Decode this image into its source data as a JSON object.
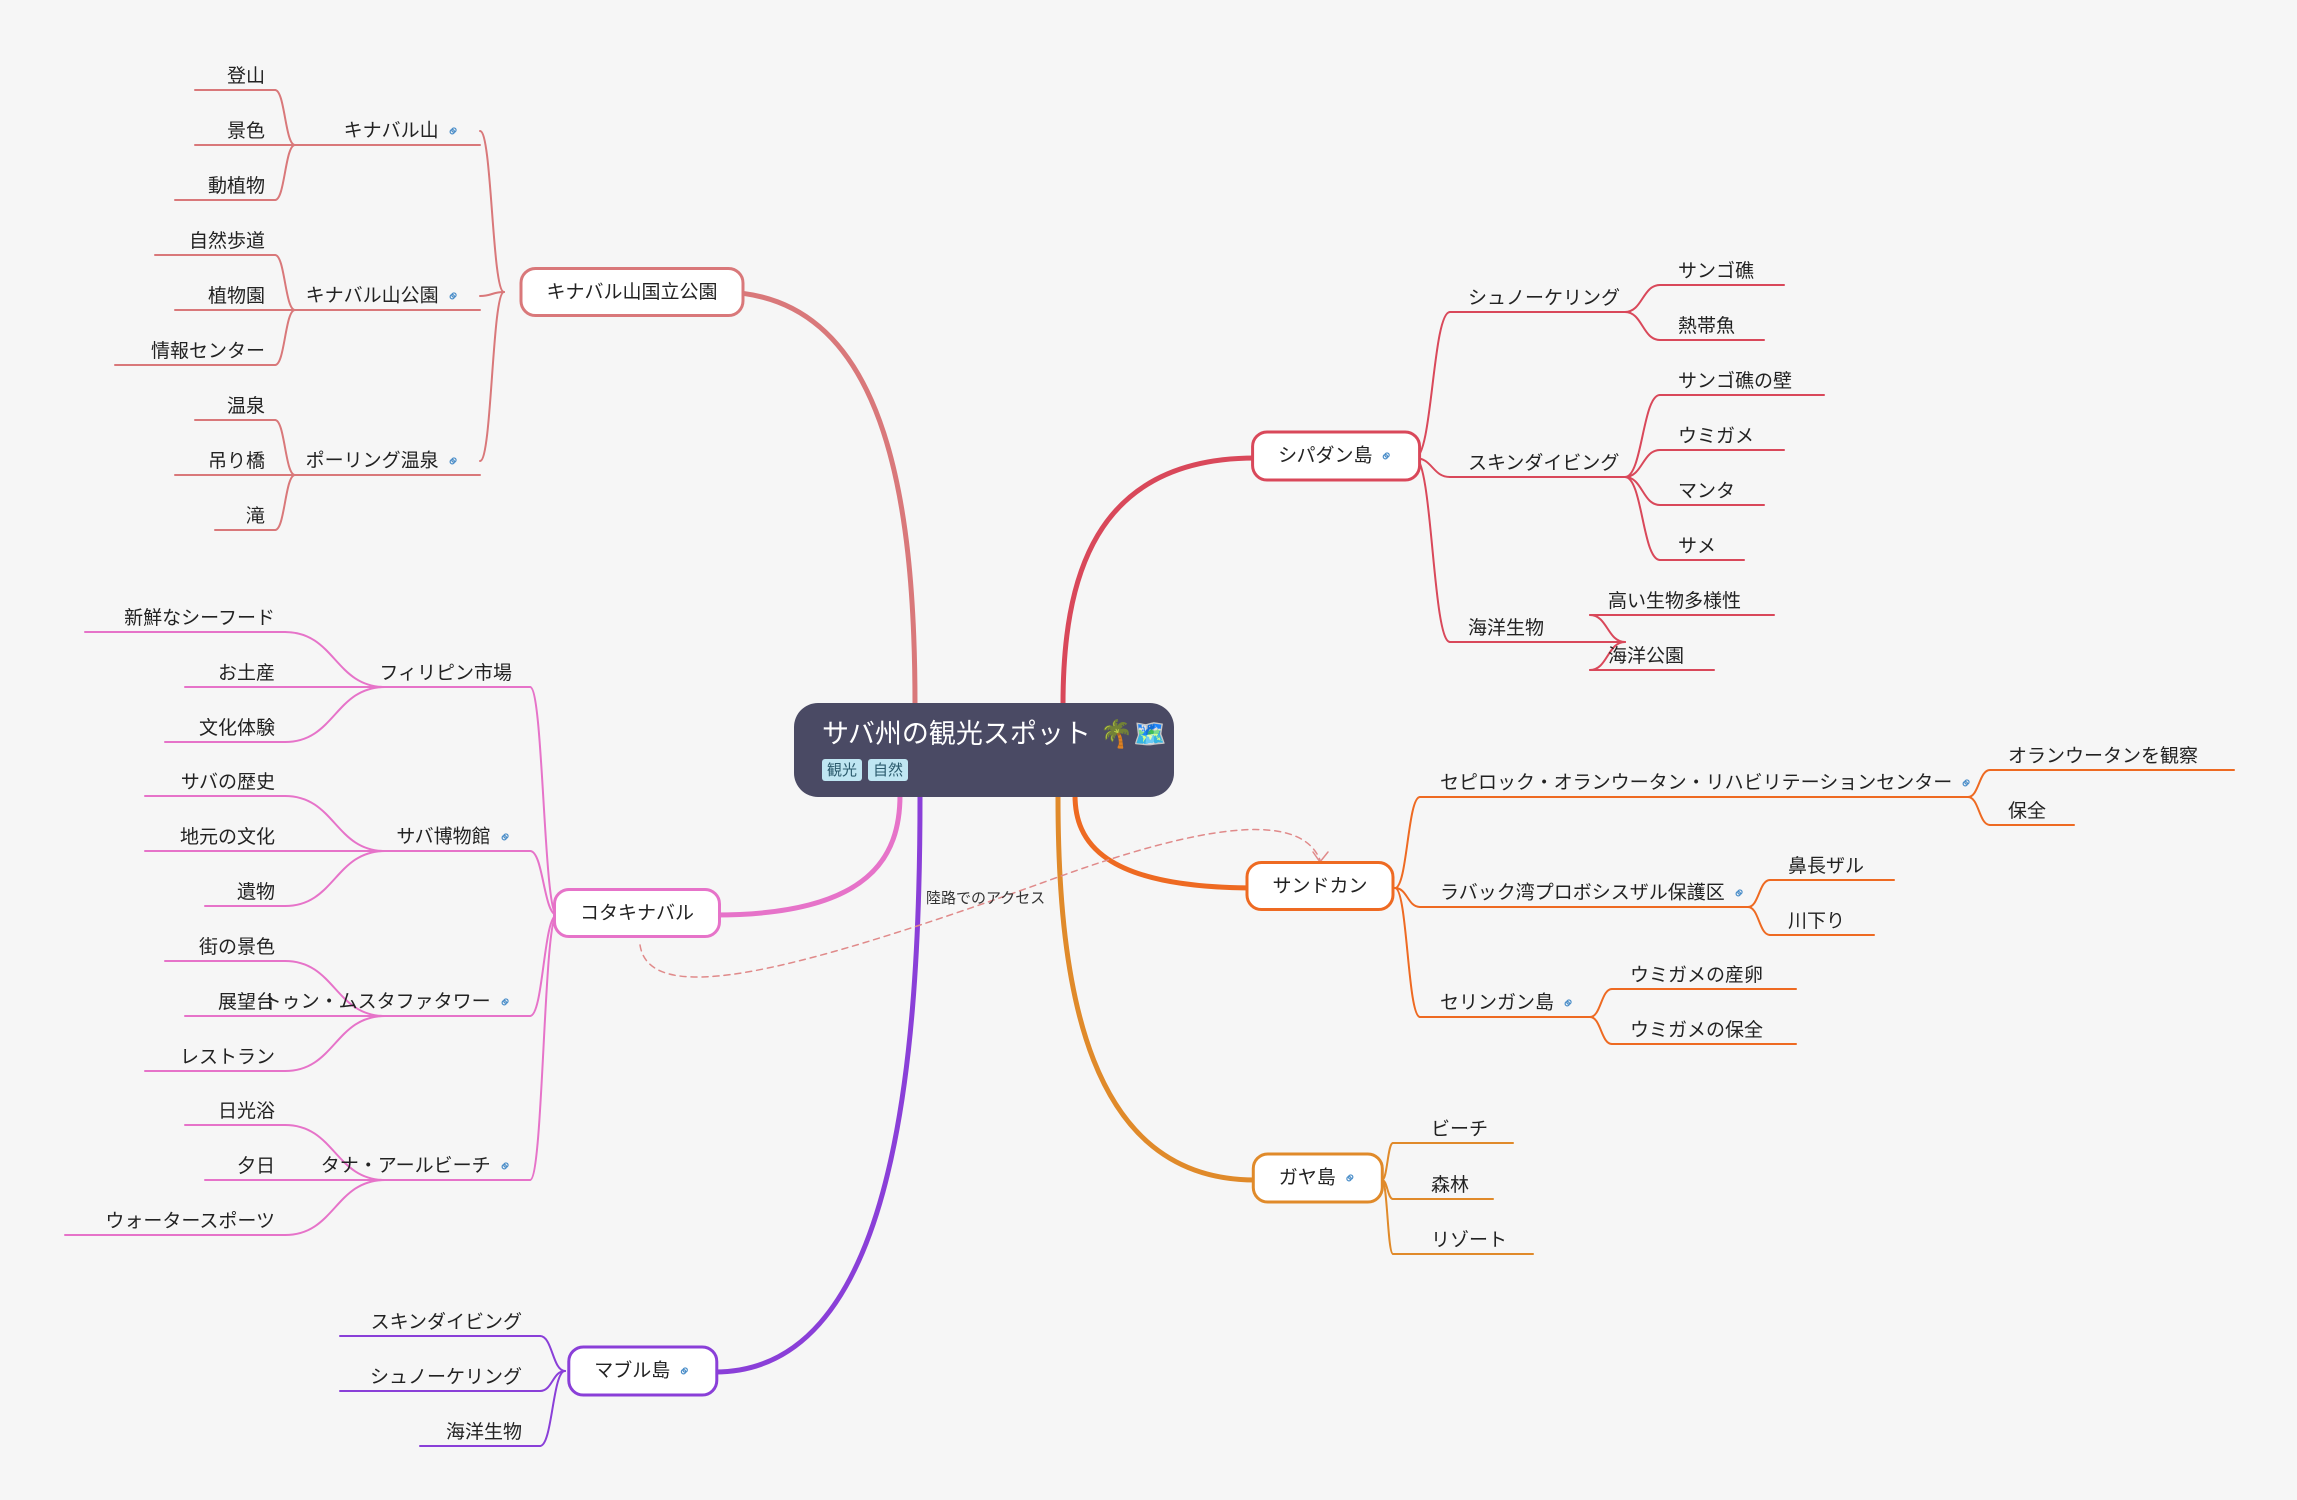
{
  "root": {
    "title": "サバ州の観光スポット 🌴🗺️",
    "tags": [
      "観光",
      "自然"
    ]
  },
  "relationship": {
    "label": "陸路でのアクセス"
  },
  "branches": {
    "kinabalu_park": {
      "label": "キナバル山国立公園",
      "color": "#d9787a",
      "children": {
        "mt": {
          "label": "キナバル山",
          "link": true,
          "items": [
            "登山",
            "景色",
            "動植物"
          ]
        },
        "park": {
          "label": "キナバル山公園",
          "link": true,
          "items": [
            "自然歩道",
            "植物園",
            "情報センター"
          ]
        },
        "poring": {
          "label": "ポーリング温泉",
          "link": true,
          "items": [
            "温泉",
            "吊り橋",
            "滝"
          ]
        }
      }
    },
    "kk": {
      "label": "コタキナバル",
      "color": "#e673c9",
      "children": {
        "filipino": {
          "label": "フィリピン市場",
          "link": false,
          "items": [
            "新鮮なシーフード",
            "お土産",
            "文化体験"
          ]
        },
        "museum": {
          "label": "サバ博物館",
          "link": true,
          "items": [
            "サバの歴史",
            "地元の文化",
            "遺物"
          ]
        },
        "tower": {
          "label": "トゥン・ムスタファタワー",
          "link": true,
          "items": [
            "街の景色",
            "展望台",
            "レストラン"
          ]
        },
        "tanjung": {
          "label": "タナ・アールビーチ",
          "link": true,
          "items": [
            "日光浴",
            "夕日",
            "ウォータースポーツ"
          ]
        }
      }
    },
    "mabul": {
      "label": "マブル島",
      "link": true,
      "color": "#8a3fd8",
      "items": [
        "スキンダイビング",
        "シュノーケリング",
        "海洋生物"
      ]
    },
    "sipadan": {
      "label": "シパダン島",
      "link": true,
      "color": "#d9485a",
      "children": {
        "snorkel": {
          "label": "シュノーケリング",
          "items": [
            "サンゴ礁",
            "熱帯魚"
          ]
        },
        "skin": {
          "label": "スキンダイビング",
          "items": [
            "サンゴ礁の壁",
            "ウミガメ",
            "マンタ",
            "サメ"
          ]
        },
        "marine": {
          "label": "海洋生物",
          "items": [
            "高い生物多様性",
            "海洋公園"
          ]
        }
      }
    },
    "sandakan": {
      "label": "サンドカン",
      "color": "#ee6a22",
      "children": {
        "sepilok": {
          "label": "セピロック・オランウータン・リハビリテーションセンター",
          "link": true,
          "items": [
            "オランウータンを観察",
            "保全"
          ]
        },
        "labuk": {
          "label": "ラバック湾プロボシスザル保護区",
          "link": true,
          "items": [
            "鼻長ザル",
            "川下り"
          ]
        },
        "selingan": {
          "label": "セリンガン島",
          "link": true,
          "items": [
            "ウミガメの産卵",
            "ウミガメの保全"
          ]
        }
      }
    },
    "gaya": {
      "label": "ガヤ島",
      "link": true,
      "color": "#e08a2a",
      "items": [
        "ビーチ",
        "森林",
        "リゾート"
      ]
    }
  }
}
